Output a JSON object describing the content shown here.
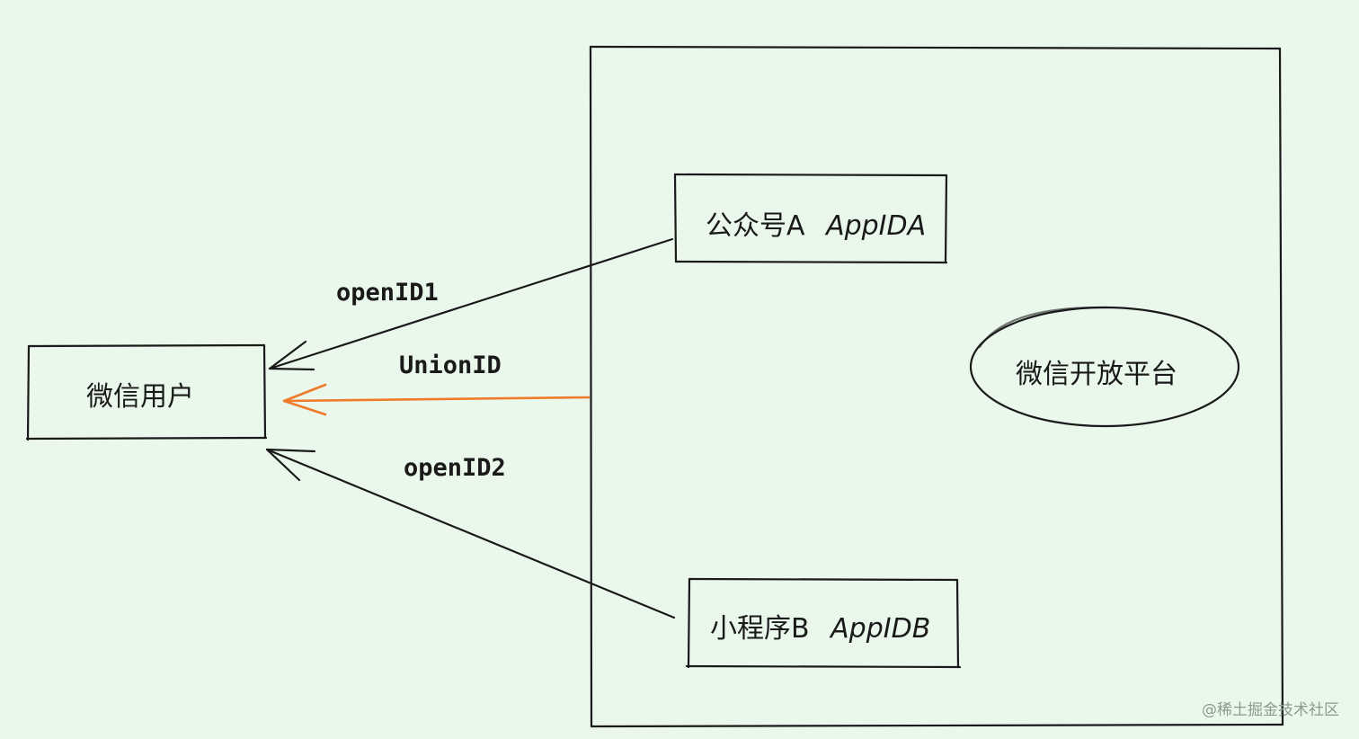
{
  "nodes": {
    "user": {
      "label": "微信用户"
    },
    "official_account": {
      "name": "公众号A",
      "appid": "AppIDA"
    },
    "mini_program": {
      "name": "小程序B",
      "appid": "AppIDB"
    },
    "open_platform": {
      "label": "微信开放平台"
    }
  },
  "edges": {
    "openid1": {
      "label": "openID1"
    },
    "unionid": {
      "label": "UnionID",
      "color": "#ef7a2a"
    },
    "openid2": {
      "label": "openID2"
    }
  },
  "watermark": "@稀土掘金技术社区"
}
